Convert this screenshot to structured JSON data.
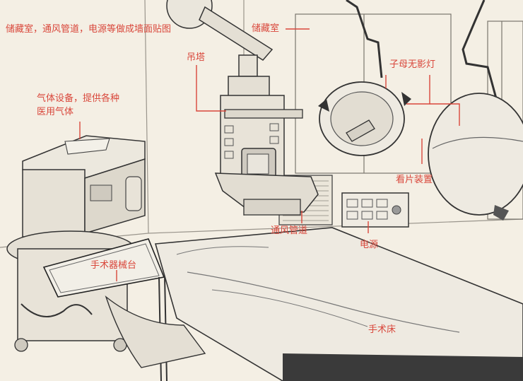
{
  "colors": {
    "paper": "#f4efe4",
    "ink": "#3a3a3a",
    "shade": "#d9d5cc",
    "annotation": "#d9473b"
  },
  "labels": {
    "storage_note": "储藏室，通风管道，电源等做成墙面贴图",
    "storage_room": "储藏室",
    "pendant": "吊塔",
    "shadowless_lamp": "子母无影灯",
    "gas_device_line1": "气体设备，提供各种",
    "gas_device_line2": "医用气体",
    "film_viewer": "看片装置",
    "ventilation_duct": "通风管道",
    "power_supply": "电源",
    "instrument_table": "手术器械台",
    "operating_bed": "手术床"
  }
}
